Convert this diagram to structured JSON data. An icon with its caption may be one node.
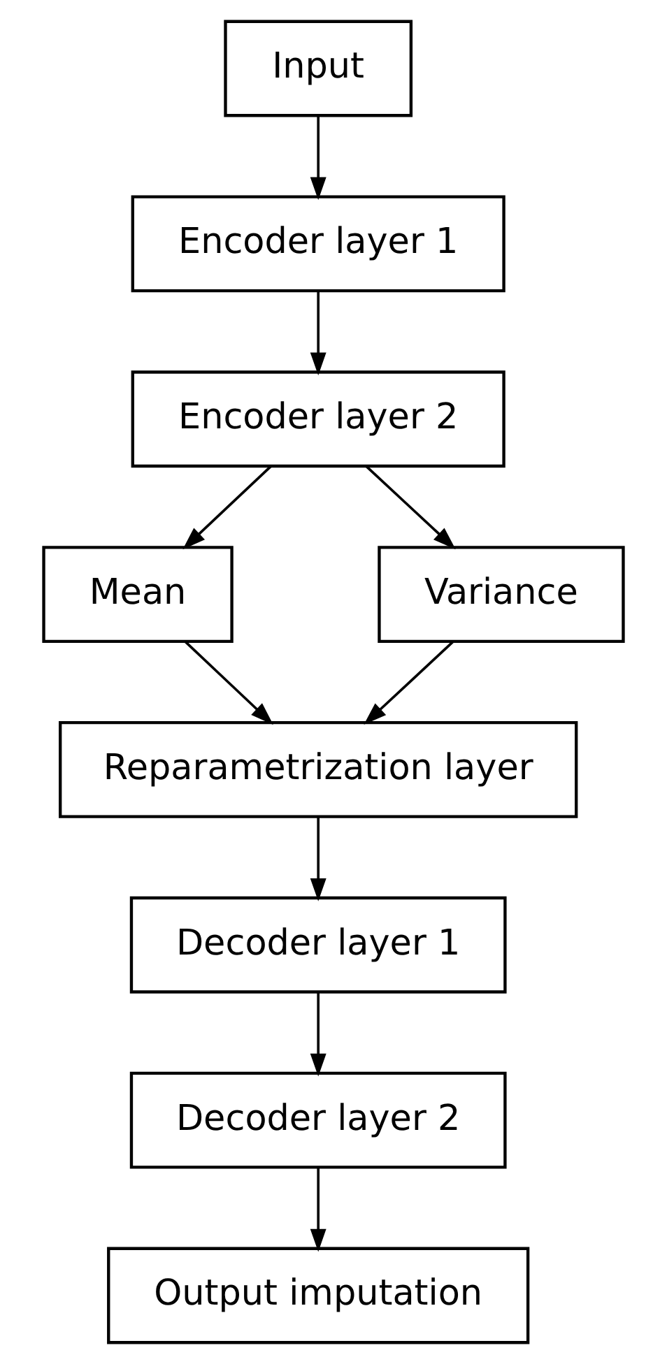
{
  "diagram": {
    "nodes": [
      {
        "text": [
          "Input"
        ]
      },
      {
        "text": [
          "Encoder layer 1"
        ]
      },
      {
        "text": [
          "Encoder layer 2"
        ]
      },
      {
        "text": [
          "Mean"
        ]
      },
      {
        "text": [
          "Variance"
        ]
      },
      {
        "text": [
          "Reparametrization layer"
        ]
      },
      {
        "text": [
          "Decoder layer 1"
        ]
      },
      {
        "text": [
          "Decoder layer 2"
        ]
      },
      {
        "text": [
          "Output imputation"
        ]
      }
    ],
    "edges": [
      {
        "from": 0,
        "to": 1,
        "arrow": "to"
      },
      {
        "from": 1,
        "to": 2,
        "arrow": "to"
      },
      {
        "from": 2,
        "to": 3,
        "arrow": "to"
      },
      {
        "from": 2,
        "to": 4,
        "arrow": "to"
      },
      {
        "from": 3,
        "to": 5,
        "arrow": "to"
      },
      {
        "from": 4,
        "to": 5,
        "arrow": "to"
      },
      {
        "from": 5,
        "to": 6,
        "arrow": "to"
      },
      {
        "from": 6,
        "to": 7,
        "arrow": "to"
      },
      {
        "from": 7,
        "to": 8,
        "arrow": "to"
      }
    ]
  }
}
